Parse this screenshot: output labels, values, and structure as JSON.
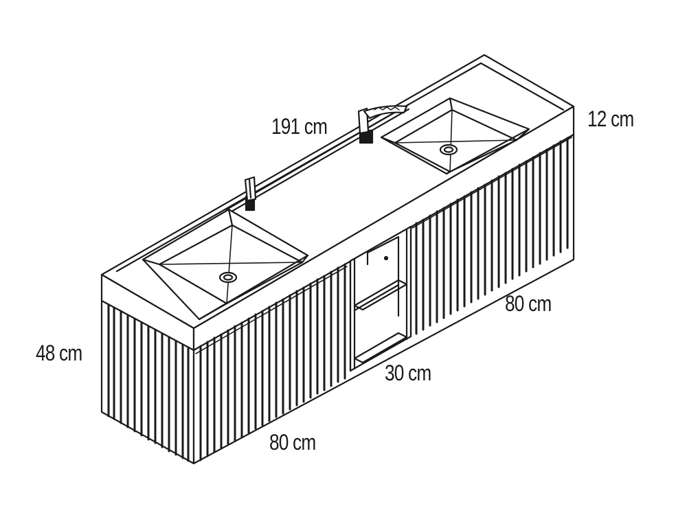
{
  "diagram": {
    "colors": {
      "stroke": "#1a1a1a",
      "background": "#ffffff"
    },
    "dimensions": {
      "width": "191 cm",
      "top_thickness": "12 cm",
      "height": "48 cm",
      "left_drawer_width": "80 cm",
      "open_shelf_width": "30 cm",
      "right_drawer_width": "80 cm"
    }
  }
}
